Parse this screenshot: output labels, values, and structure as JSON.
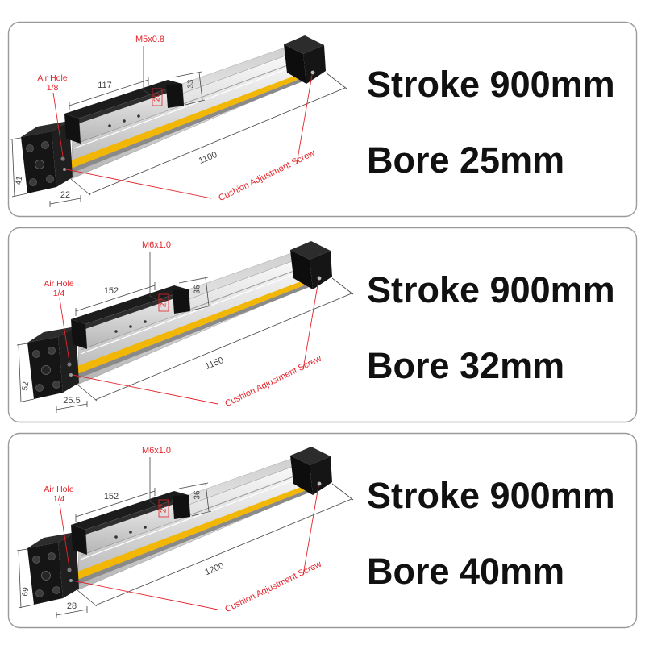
{
  "panels": [
    {
      "stroke": "Stroke 900mm",
      "bore": "Bore 25mm",
      "labels": {
        "thread": "M5x0.8",
        "air_hole": "Air Hole",
        "air_hole_size": "1/8",
        "carriage_length": "117",
        "carriage_height": "25",
        "carriage_width": "33",
        "total_length": "1100",
        "cushion": "Cushion Adjustment Screw",
        "end_cap_height": "41",
        "end_cap_depth": "22"
      }
    },
    {
      "stroke": "Stroke 900mm",
      "bore": "Bore 32mm",
      "labels": {
        "thread": "M6x1.0",
        "air_hole": "Air Hole",
        "air_hole_size": "1/4",
        "carriage_length": "152",
        "carriage_height": "27",
        "carriage_width": "36",
        "total_length": "1150",
        "cushion": "Cushion Adjustment Screw",
        "end_cap_height": "52",
        "end_cap_depth": "25.5"
      }
    },
    {
      "stroke": "Stroke 900mm",
      "bore": "Bore 40mm",
      "labels": {
        "thread": "M6x1.0",
        "air_hole": "Air Hole",
        "air_hole_size": "1/4",
        "carriage_length": "152",
        "carriage_height": "27",
        "carriage_width": "36",
        "total_length": "1200",
        "cushion": "Cushion Adjustment Screw",
        "end_cap_height": "69",
        "end_cap_depth": "28"
      }
    }
  ],
  "colors": {
    "annotation_red": "#e3242b",
    "dimension_gray": "#444444",
    "profile_yellow": "#f2b705",
    "end_cap_black": "#151515",
    "text_black": "#111111",
    "panel_border": "#9a9a9a"
  }
}
